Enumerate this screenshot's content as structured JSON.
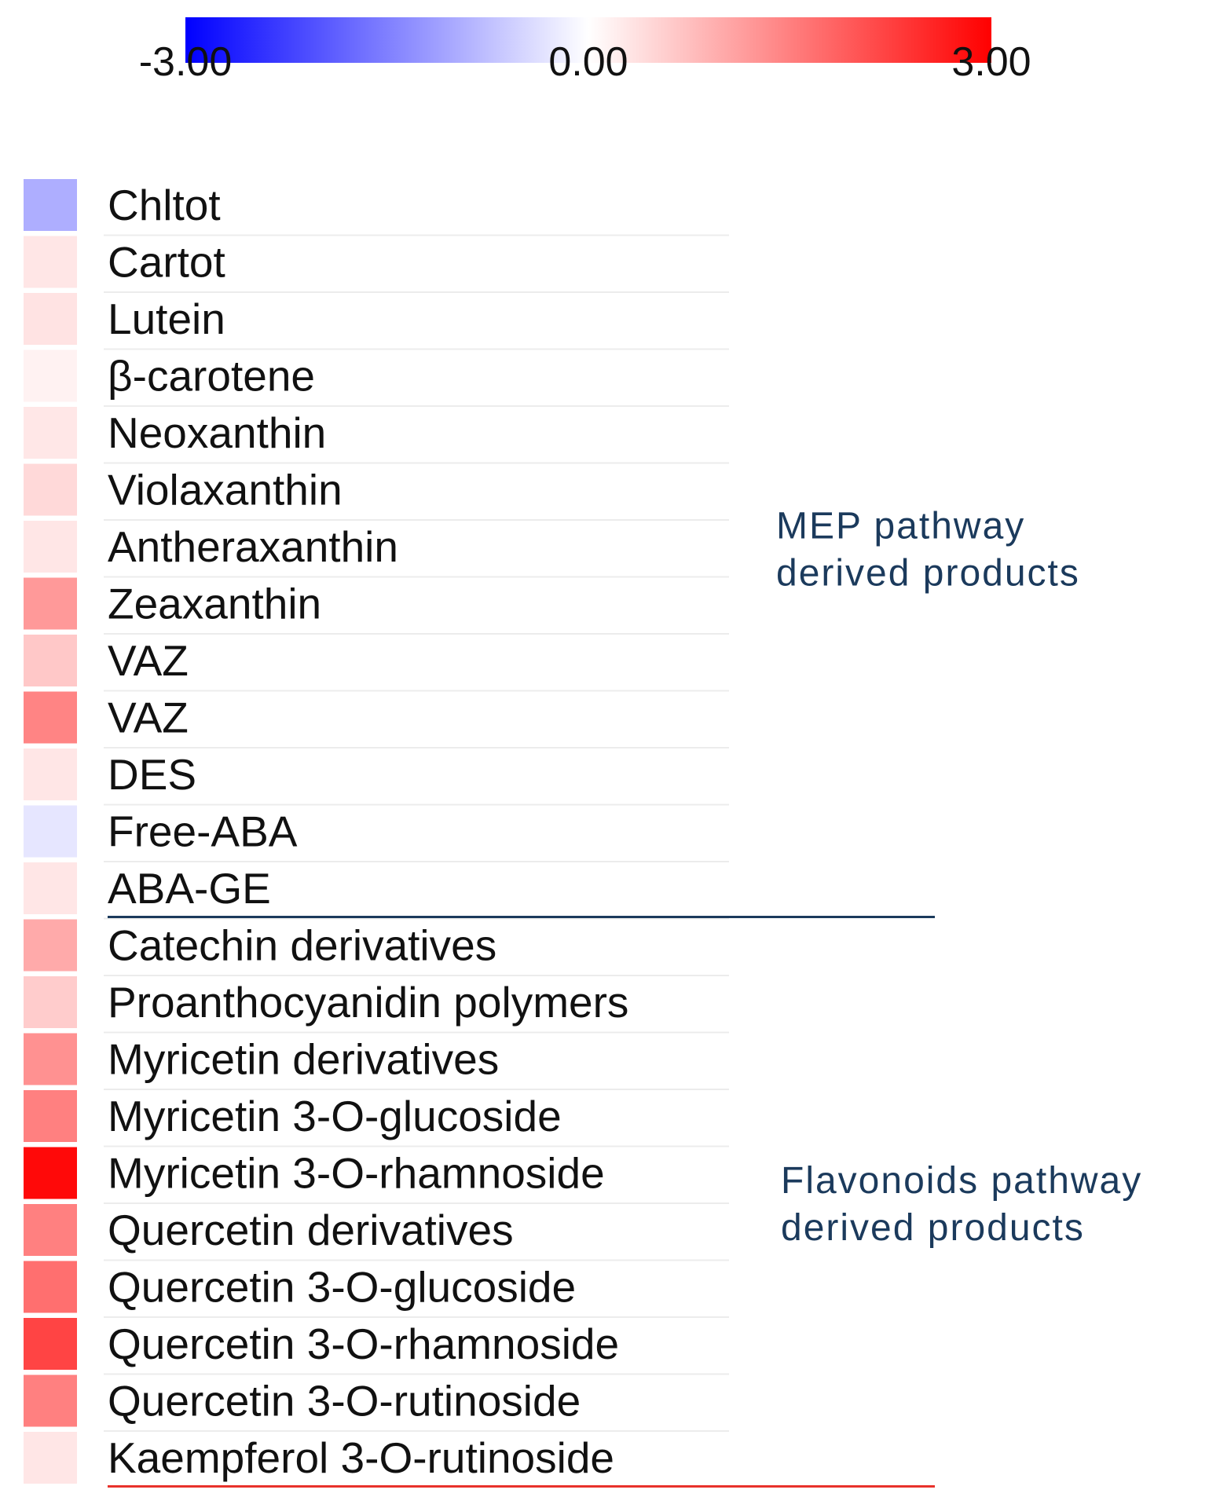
{
  "chart_data": {
    "type": "heatmap",
    "title": "",
    "colorbar": {
      "min": -3,
      "max": 3,
      "ticks": [
        "-3.00",
        "0.00",
        "3.00"
      ],
      "colors": {
        "low": "#0000ff",
        "mid": "#ffffff",
        "high": "#ff0000"
      }
    },
    "rows": [
      {
        "label": "Chltot",
        "value": -0.95
      },
      {
        "label": "Cartot",
        "value": 0.3
      },
      {
        "label": "Lutein",
        "value": 0.33
      },
      {
        "label": "β-carotene",
        "value": 0.15
      },
      {
        "label": "Neoxanthin",
        "value": 0.28
      },
      {
        "label": "Violaxanthin",
        "value": 0.45
      },
      {
        "label": "Antheraxanthin",
        "value": 0.3
      },
      {
        "label": "Zeaxanthin",
        "value": 1.2
      },
      {
        "label": "VAZ",
        "value": 0.65
      },
      {
        "label": "VAZ",
        "value": 1.45
      },
      {
        "label": "DES",
        "value": 0.3
      },
      {
        "label": "Free-ABA",
        "value": -0.3
      },
      {
        "label": "ABA-GE",
        "value": 0.3
      },
      {
        "label": "Catechin derivatives",
        "value": 1.0
      },
      {
        "label": "Proanthocyanidin polymers",
        "value": 0.6
      },
      {
        "label": "Myricetin derivatives",
        "value": 1.3
      },
      {
        "label": "Myricetin 3-O-glucoside",
        "value": 1.5
      },
      {
        "label": "Myricetin 3-O-rhamnoside",
        "value": 2.9
      },
      {
        "label": "Quercetin derivatives",
        "value": 1.5
      },
      {
        "label": "Quercetin 3-O-glucoside",
        "value": 1.7
      },
      {
        "label": "Quercetin 3-O-rhamnoside",
        "value": 2.2
      },
      {
        "label": "Quercetin 3-O-rutinoside",
        "value": 1.5
      },
      {
        "label": "Kaempferol 3-O-rutinoside",
        "value": 0.3
      }
    ],
    "groups": [
      {
        "label_lines": [
          "MEP pathway",
          "derived products"
        ],
        "first_row": 0,
        "last_row": 12,
        "color": "#1b3a5c"
      },
      {
        "label_lines": [
          "Flavonoids pathway",
          "derived products"
        ],
        "first_row": 13,
        "last_row": 22,
        "color": "#1b3a5c",
        "rule_color": "#e8322b"
      }
    ],
    "grid": false,
    "legend": "top"
  }
}
